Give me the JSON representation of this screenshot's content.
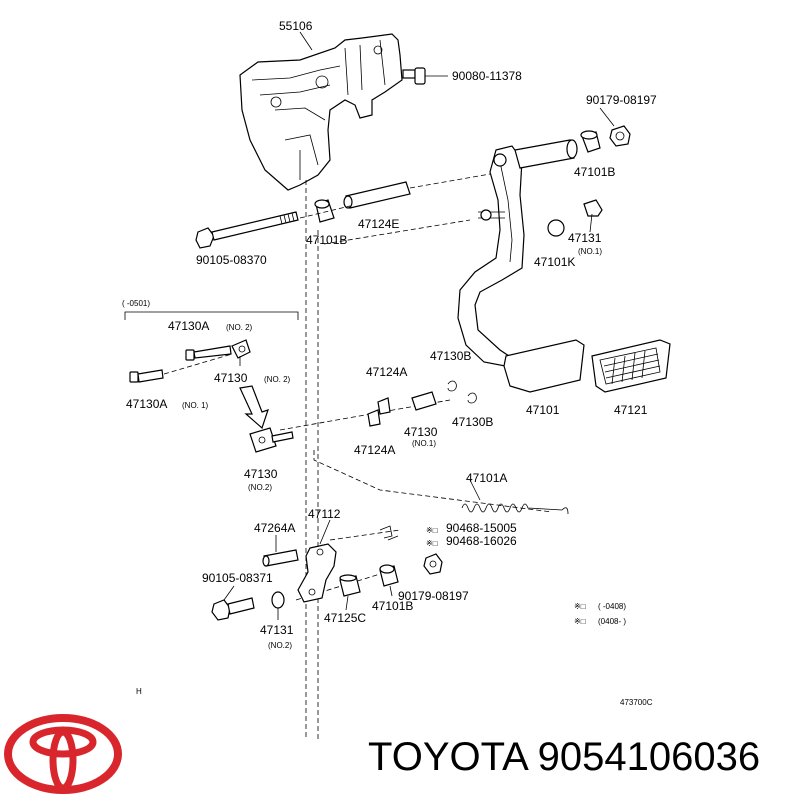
{
  "callouts": {
    "c55106": "55106",
    "c90080_11378": "90080-11378",
    "c90179_08197_top": "90179-08197",
    "c47101B_top": "47101B",
    "c47124E": "47124E",
    "c47101B_mid": "47101B",
    "c90105_08370": "90105-08370",
    "c47131_top": "47131",
    "c47131_top_no": "(NO.1)",
    "c47101K": "47101K",
    "c0501": "(      -0501)",
    "c47130A_no2": "47130A",
    "c47130A_no2_tag": "(NO. 2)",
    "c47130_no2_a": "47130",
    "c47130_no2_a_tag": "(NO. 2)",
    "c47130A_no1": "47130A",
    "c47130A_no1_tag": "(NO. 1)",
    "c47130B_top": "47130B",
    "c47124A_top": "47124A",
    "c47101": "47101",
    "c47121": "47121",
    "c47130_no1": "47130",
    "c47130_no1_tag": "(NO.1)",
    "c47130B_low": "47130B",
    "c47124A_low": "47124A",
    "c47130_no2_b": "47130",
    "c47130_no2_b_tag": "(NO.2)",
    "c47101A": "47101A",
    "c47112": "47112",
    "c47264A": "47264A",
    "c90468_15005": "90468-15005",
    "c90468_16026": "90468-16026",
    "c90105_08371": "90105-08371",
    "c90179_08197_low": "90179-08197",
    "c47101B_low": "47101B",
    "c47125C": "47125C",
    "c47131_low": "47131",
    "c47131_low_tag": "(NO.2)",
    "mark1": "※□",
    "mark2": "※□",
    "legend1_mark": "※□",
    "legend1_text": "(     -0408)",
    "legend2_mark": "※□",
    "legend2_text": "(0408-     )",
    "h_mark": "H",
    "fig_code": "473700C"
  },
  "brand": {
    "name": "TOYOTA 9054106036",
    "logo_color": "#d9262c",
    "logo_icon": "toyota-emblem"
  }
}
